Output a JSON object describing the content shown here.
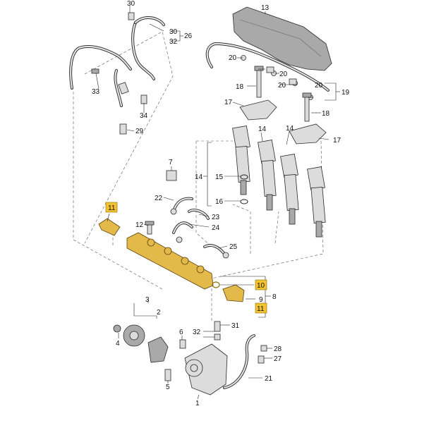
{
  "callouts": {
    "c1": "1",
    "c2": "2",
    "c3": "3",
    "c4": "4",
    "c5": "5",
    "c6": "6",
    "c7": "7",
    "c8": "8",
    "c9": "9",
    "c10": "10",
    "c11_left": "11",
    "c11_right": "11",
    "c12": "12",
    "c13": "13",
    "c14a": "14",
    "c14b": "14",
    "c14c": "14",
    "c15": "15",
    "c16": "16",
    "c17a": "17",
    "c17b": "17",
    "c18a": "18",
    "c18b": "18",
    "c19": "19",
    "c20a": "20",
    "c20b": "20",
    "c20c": "20",
    "c20d": "20",
    "c21": "21",
    "c22": "22",
    "c23": "23",
    "c24": "24",
    "c25": "25",
    "c26": "26",
    "c27": "27",
    "c28": "28",
    "c29": "29",
    "c30a": "30",
    "c30b": "30",
    "c31": "31",
    "c32a": "32",
    "c32b": "32",
    "c33": "33",
    "c34": "34"
  },
  "colors": {
    "highlight_badge": "#f2c230",
    "highlighted_parts": "#e3b94a",
    "line_art": "#2a2a2a",
    "background": "#ffffff"
  }
}
